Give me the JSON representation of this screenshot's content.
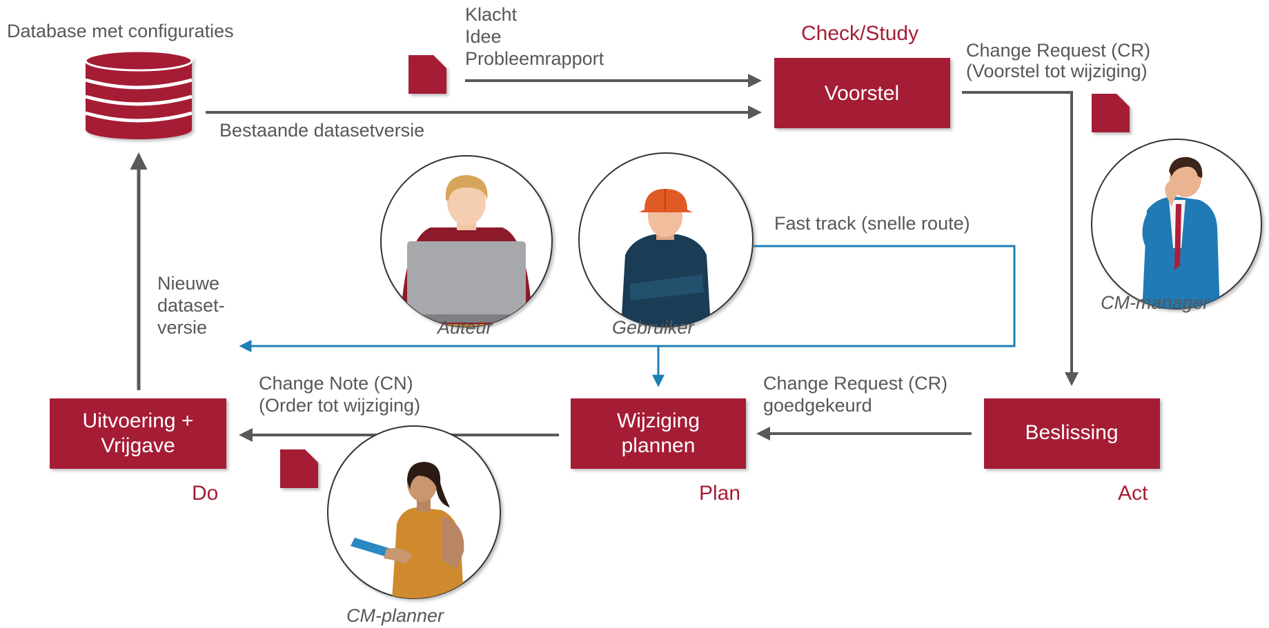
{
  "colors": {
    "brand": "#a51c36",
    "arrow": "#595959",
    "fast_track": "#1e7fb5",
    "text": "#575757"
  },
  "database": {
    "label": "Database met configuraties",
    "icon": "database-icon"
  },
  "inputs": {
    "line1": "Klacht",
    "line2": "Idee",
    "line3": "Probleemrapport"
  },
  "existing_version": "Bestaande datasetversie",
  "boxes": {
    "voorstel": {
      "label": "Voorstel"
    },
    "beslissing": {
      "label": "Beslissing"
    },
    "wijziging": {
      "line1": "Wijziging",
      "line2": "plannen"
    },
    "uitvoering": {
      "line1": "Uitvoering +",
      "line2": "Vrijgave"
    }
  },
  "phases": {
    "check": "Check/Study",
    "act": "Act",
    "plan": "Plan",
    "do": "Do"
  },
  "change_request": {
    "line1": "Change Request (CR)",
    "line2": "(Voorstel tot wijziging)"
  },
  "approved": {
    "line1": "Change Request (CR)",
    "line2": "goedgekeurd"
  },
  "change_note": {
    "line1": "Change Note (CN)",
    "line2": "(Order tot wijziging)"
  },
  "fast_track": "Fast track (snelle route)",
  "new_version": {
    "line1": "Nieuwe",
    "line2": "dataset-",
    "line3": "versie"
  },
  "roles": {
    "auteur": "Auteur",
    "gebruiker": "Gebruiker",
    "cm_manager": "CM-manager",
    "cm_planner": "CM-planner"
  }
}
